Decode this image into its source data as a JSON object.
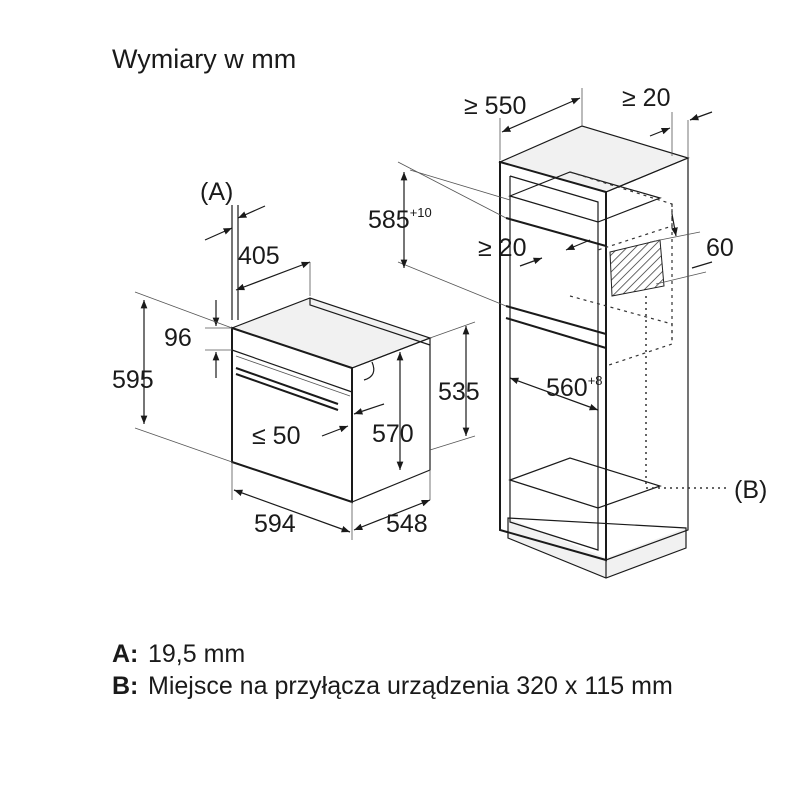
{
  "title": "Wymiary w mm",
  "oven": {
    "label_a": "(A)",
    "depth_a": "405",
    "panel_h": "96",
    "height": "595",
    "door_gap": "≤ 50",
    "height_inner": "570",
    "side_h": "535",
    "width": "594",
    "depth": "548"
  },
  "cabinet": {
    "depth_min": "≥ 550",
    "gap_top": "≥ 20",
    "niche_h": "585",
    "niche_h_tol": "+10",
    "gap_side": "≥ 20",
    "vent": "60",
    "niche_w": "560",
    "niche_w_tol": "+8",
    "label_b": "(B)"
  },
  "legend": [
    {
      "key": "A:",
      "text": "19,5 mm"
    },
    {
      "key": "B:",
      "text": "Miejsce na przyłącza urządzenia 320 x 115 mm"
    }
  ]
}
